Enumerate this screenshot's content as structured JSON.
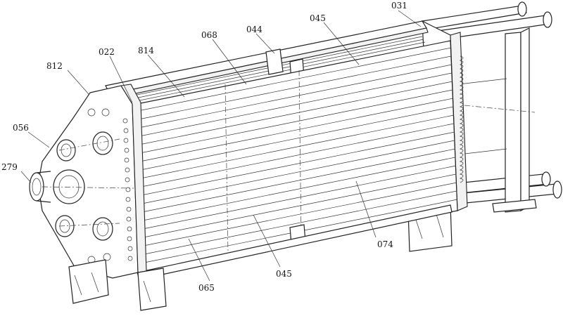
{
  "figure": {
    "callouts": [
      {
        "id": "c-031",
        "text": "031"
      },
      {
        "id": "c-045-top",
        "text": "045"
      },
      {
        "id": "c-044",
        "text": "044"
      },
      {
        "id": "c-068",
        "text": "068"
      },
      {
        "id": "c-814",
        "text": "814"
      },
      {
        "id": "c-022",
        "text": "022"
      },
      {
        "id": "c-812",
        "text": "812"
      },
      {
        "id": "c-056",
        "text": "056"
      },
      {
        "id": "c-279",
        "text": "279"
      },
      {
        "id": "c-074",
        "text": "074"
      },
      {
        "id": "c-045-bottom",
        "text": "045"
      },
      {
        "id": "c-065",
        "text": "065"
      }
    ]
  }
}
